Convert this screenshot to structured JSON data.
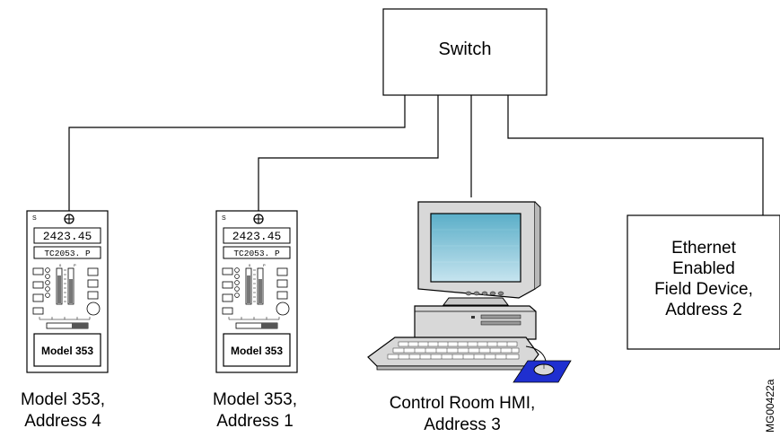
{
  "switch": {
    "label": "Switch"
  },
  "controllers": [
    {
      "display_top": "2423.45",
      "display_bottom": "TC2053. P",
      "panel_label": "Model 353",
      "caption_line1": "Model 353,",
      "caption_line2": "Address 4"
    },
    {
      "display_top": "2423.45",
      "display_bottom": "TC2053. P",
      "panel_label": "Model 353",
      "caption_line1": "Model 353,",
      "caption_line2": "Address 1"
    }
  ],
  "hmi": {
    "caption_line1": "Control Room HMI,",
    "caption_line2": "Address 3"
  },
  "field_device": {
    "line1": "Ethernet",
    "line2": "Enabled",
    "line3": "Field Device,",
    "line4": "Address 2"
  },
  "figure_id": "MG00422a",
  "colors": {
    "line": "#000000",
    "screen_top": "#5aaec8",
    "screen_bottom": "#c6e4ef",
    "mousepad": "#1f2fd0",
    "bezel": "#d8d8d8"
  }
}
